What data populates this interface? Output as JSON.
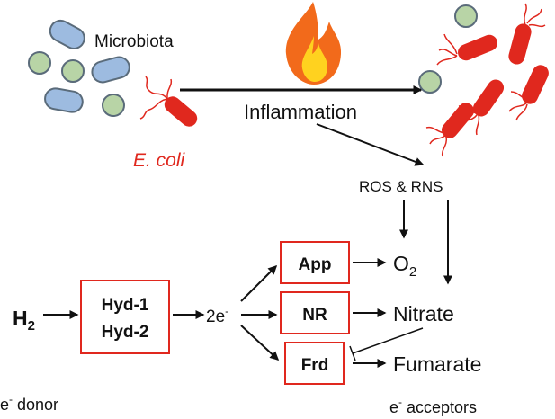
{
  "labels": {
    "microbiota": "Microbiota",
    "ecoli": "E. coli",
    "inflammation": "Inflammation",
    "ros_rns": "ROS & RNS",
    "h2": "H",
    "h2_sub": "2",
    "hyd1": "Hyd-1",
    "hyd2": "Hyd-2",
    "two_e": "2e",
    "two_e_sup": "-",
    "app": "App",
    "nr": "NR",
    "frd": "Frd",
    "o2": "O",
    "o2_sub": "2",
    "nitrate": "Nitrate",
    "fumarate": "Fumarate",
    "donor_e": "e",
    "donor_sup": "-",
    "donor_text": " donor",
    "acceptor_e": "e",
    "acceptor_sup": "-",
    "acceptor_text": " acceptors"
  },
  "colors": {
    "ecoli_red": "#e0281e",
    "box_border": "#e0281e",
    "microbe_blue": "#9dbbe0",
    "microbe_green": "#b8d4a6",
    "microbe_outline": "#5a6b7a",
    "flame_outer": "#f26a1b",
    "flame_inner": "#ffd21f"
  },
  "icons": [
    "flame-icon",
    "rod-bacterium-icon",
    "coccus-icon",
    "flagellated-ecoli-icon"
  ]
}
